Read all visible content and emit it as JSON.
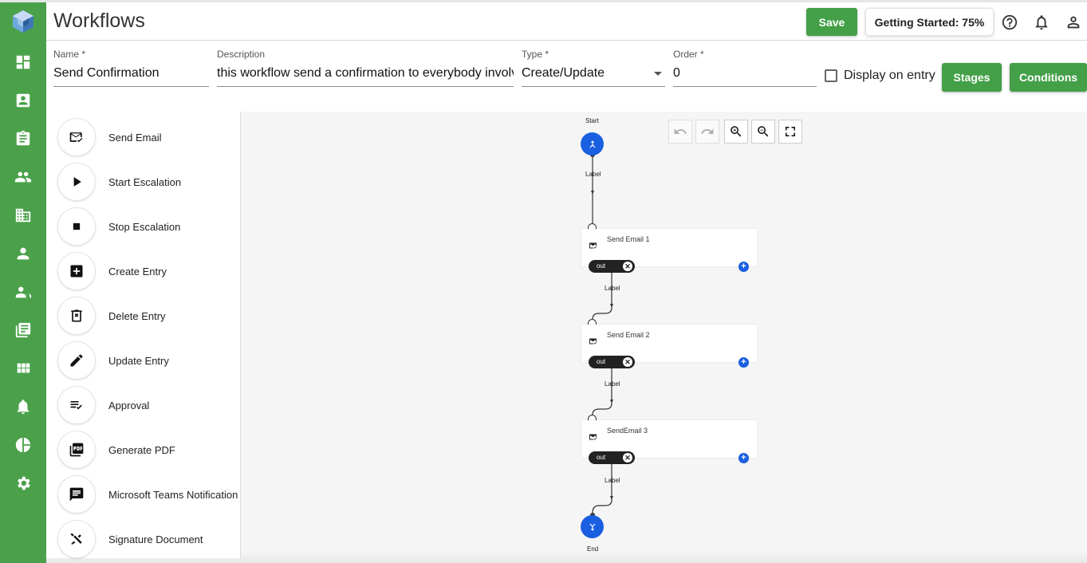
{
  "header": {
    "title": "Workflows",
    "save_label": "Save",
    "getting_started_label": "Getting Started: 75%"
  },
  "rail_icons": [
    "app-logo-icon",
    "dashboard-icon",
    "contact-card-icon",
    "clipboard-icon",
    "people-icon",
    "building-icon",
    "person-icon",
    "group-icon",
    "library-icon",
    "grid-icon",
    "bell-icon",
    "pie-chart-icon",
    "settings-icon"
  ],
  "form": {
    "name_label": "Name *",
    "name_value": "Send Confirmation",
    "description_label": "Description",
    "description_value": "this workflow send a confirmation to everybody involved",
    "type_label": "Type *",
    "type_value": "Create/Update",
    "order_label": "Order *",
    "order_value": "0",
    "display_on_entry_label": "Display on entry",
    "stages_label": "Stages",
    "conditions_label": "Conditions"
  },
  "palette": [
    {
      "label": "Send Email",
      "icon": "email-check-icon"
    },
    {
      "label": "Start Escalation",
      "icon": "play-icon"
    },
    {
      "label": "Stop Escalation",
      "icon": "stop-icon"
    },
    {
      "label": "Create Entry",
      "icon": "add-box-icon"
    },
    {
      "label": "Delete Entry",
      "icon": "delete-icon"
    },
    {
      "label": "Update Entry",
      "icon": "pencil-icon"
    },
    {
      "label": "Approval",
      "icon": "checklist-icon"
    },
    {
      "label": "Generate PDF",
      "icon": "pdf-icon"
    },
    {
      "label": "Microsoft Teams Notification",
      "icon": "chat-icon"
    },
    {
      "label": "Signature Document",
      "icon": "signature-icon"
    }
  ],
  "flow": {
    "start_label": "Start",
    "end_label": "End",
    "edge_label": "Label",
    "out_label": "out",
    "nodes": [
      {
        "name": "Send Email 1"
      },
      {
        "name": "Send Email 2"
      },
      {
        "name": "SendEmail 3"
      }
    ]
  }
}
